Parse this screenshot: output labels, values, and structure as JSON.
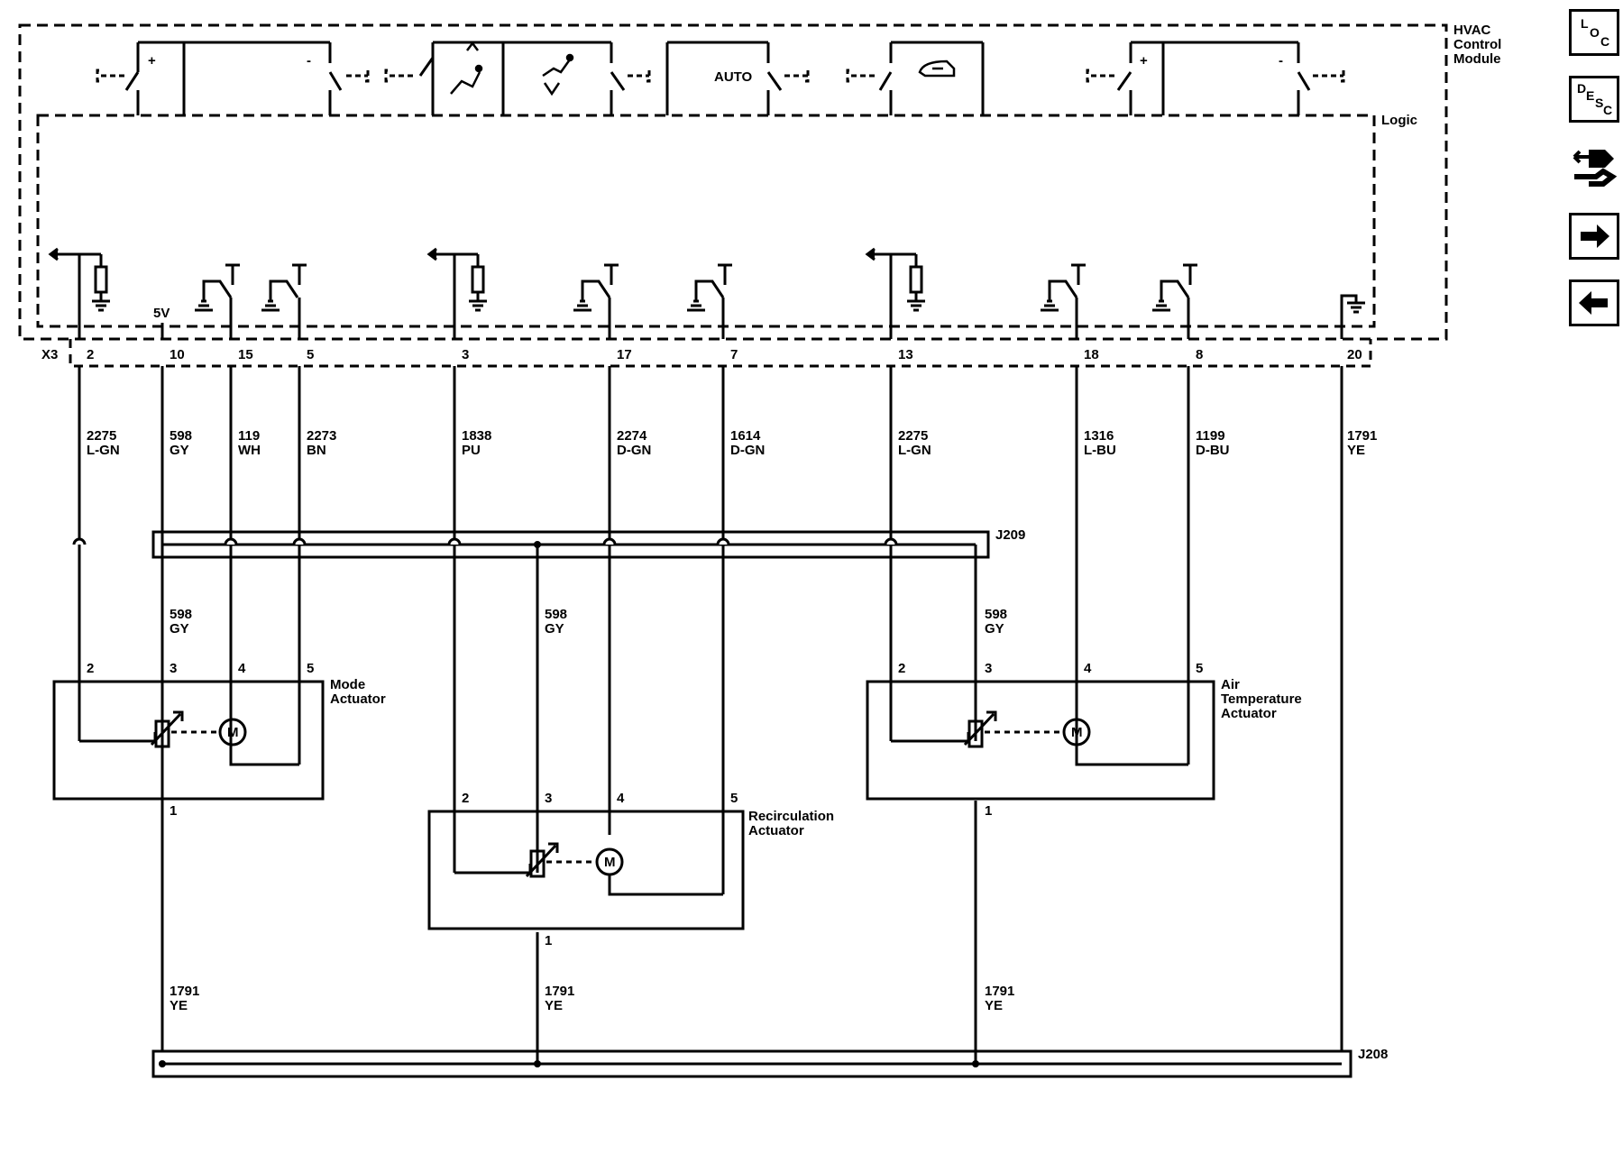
{
  "module": {
    "name_line1": "HVAC",
    "name_line2": "Control",
    "name_line3": "Module",
    "logic_label": "Logic",
    "connector": "X3",
    "five_volt": "5V",
    "auto_label": "AUTO"
  },
  "pins": [
    "2",
    "10",
    "15",
    "5",
    "3",
    "17",
    "7",
    "13",
    "18",
    "8",
    "20"
  ],
  "wires": [
    {
      "circuit": "2275",
      "color": "L-GN"
    },
    {
      "circuit": "598",
      "color": "GY"
    },
    {
      "circuit": "119",
      "color": "WH"
    },
    {
      "circuit": "2273",
      "color": "BN"
    },
    {
      "circuit": "1838",
      "color": "PU"
    },
    {
      "circuit": "2274",
      "color": "D-GN"
    },
    {
      "circuit": "1614",
      "color": "D-GN"
    },
    {
      "circuit": "2275",
      "color": "L-GN"
    },
    {
      "circuit": "1316",
      "color": "L-BU"
    },
    {
      "circuit": "1199",
      "color": "D-BU"
    },
    {
      "circuit": "1791",
      "color": "YE"
    }
  ],
  "splices": {
    "upper": "J209",
    "lower": "J208"
  },
  "splice_wires": {
    "gy": {
      "circuit": "598",
      "color": "GY"
    },
    "ye": {
      "circuit": "1791",
      "color": "YE"
    }
  },
  "actuators": {
    "mode": {
      "line1": "Mode",
      "line2": "Actuator",
      "pins": [
        "2",
        "3",
        "4",
        "5"
      ],
      "ground_pin": "1"
    },
    "recirc": {
      "line1": "Recirculation",
      "line2": "Actuator",
      "pins": [
        "2",
        "3",
        "4",
        "5"
      ],
      "ground_pin": "1"
    },
    "air": {
      "line1": "Air",
      "line2": "Temperature",
      "line3": "Actuator",
      "pins": [
        "2",
        "3",
        "4",
        "5"
      ],
      "ground_pin": "1"
    }
  },
  "motor_symbol": "M",
  "nav": {
    "loc": {
      "l1": "L",
      "l2": "O",
      "l3": "C"
    },
    "desc": {
      "l1": "D",
      "l2": "E",
      "l3": "S",
      "l4": "C"
    }
  }
}
